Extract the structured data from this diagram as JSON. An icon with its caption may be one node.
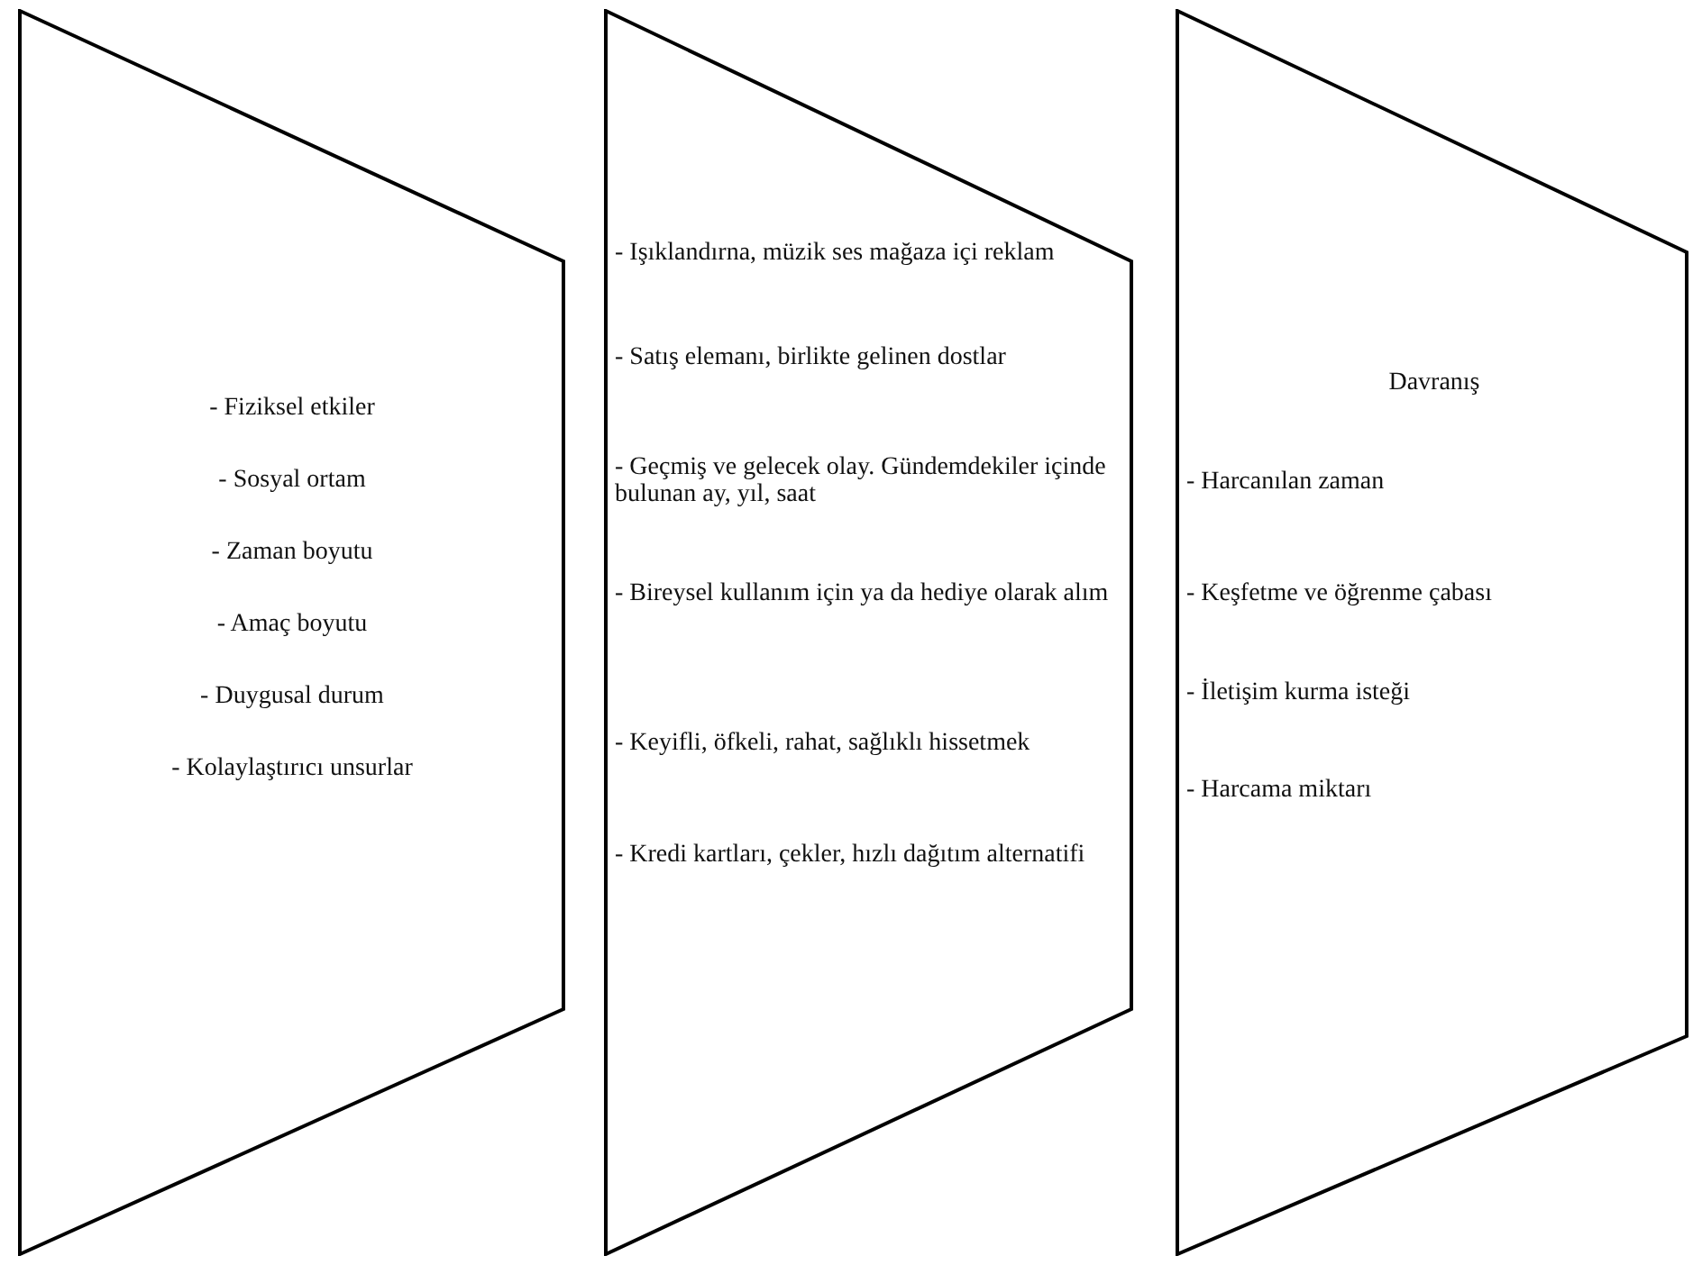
{
  "diagram": {
    "nodes": [
      {
        "text": [
          "- Fiziksel etkiler",
          "- Sosyal ortam",
          "- Zaman boyutu",
          "- Amaç boyutu",
          "- Duygusal durum",
          "- Kolaylaştırıcı unsurlar"
        ]
      },
      {
        "text": [
          "- Işıklandırna, müzik ses mağaza içi reklam",
          "- Satış elemanı, birlikte gelinen dostlar",
          "- Geçmiş ve gelecek olay. Gündemdekiler içinde bulunan ay, yıl, saat",
          "- Bireysel kullanım için ya da hediye olarak alım",
          "- Keyifli, öfkeli, rahat, sağlıklı hissetmek",
          "- Kredi kartları, çekler, hızlı dağıtım alternatifi"
        ]
      },
      {
        "text": [
          "Davranış",
          "- Harcanılan zaman",
          "- Keşfetme ve öğrenme çabası",
          "- İletişim kurma isteği",
          "- Harcama miktarı"
        ]
      }
    ]
  }
}
